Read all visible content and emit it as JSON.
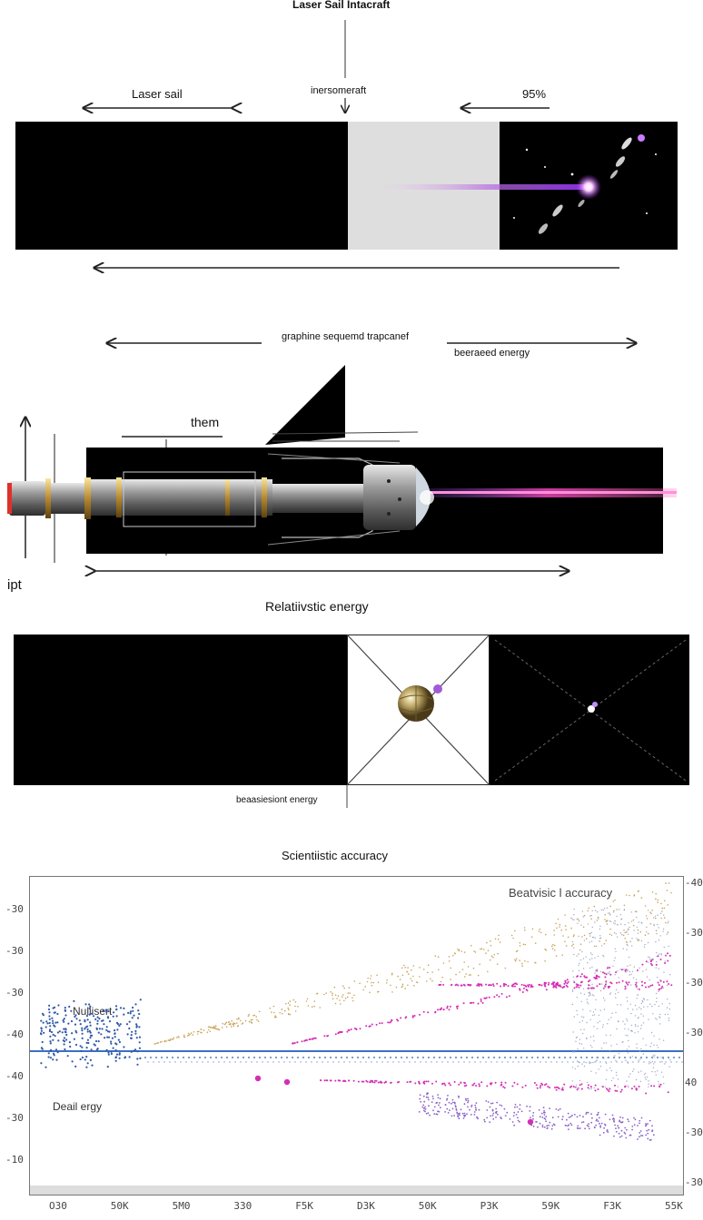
{
  "section1": {
    "title": "Laser Sail Intacraft",
    "label_left": "Laser sail",
    "label_center": "inersomeraft",
    "label_right": "95%"
  },
  "section2": {
    "label_top_center": "graphine sequemd trapcanef",
    "label_top_right": "beeraeed energy",
    "label_them": "them",
    "label_ipt": "ipt"
  },
  "section3": {
    "title": "Relatiivstic energy",
    "label_bottom": "beaasiesiont energy"
  },
  "chart": {
    "title": "Scientiistic accuracy",
    "legend_right": "Beatvisic l accuracy",
    "label_upper_left": "Nuliisert",
    "label_lower_left": "Deail ergy",
    "colors": {
      "baseline": "#3b6fc4",
      "magenta": "#d42fb4",
      "gold": "#c9a45a",
      "blue_dots": "#3159a8",
      "purple": "#8a63c9"
    }
  },
  "chart_data": {
    "type": "scatter",
    "title": "Scientiistic accuracy",
    "y_ticks_left": [
      "-30",
      "-30",
      "-30",
      "-40",
      "-40",
      "-30",
      "-10"
    ],
    "y_ticks_right": [
      "-40",
      "-30",
      "-30",
      "-30",
      "40",
      "-30",
      "-30"
    ],
    "x_ticks": [
      "O30",
      "50K",
      "5M0",
      "330",
      "F5K",
      "D3K",
      "50K",
      "P3K",
      "59K",
      "F3K",
      "55K"
    ],
    "grid": false,
    "legend": "top-right"
  }
}
